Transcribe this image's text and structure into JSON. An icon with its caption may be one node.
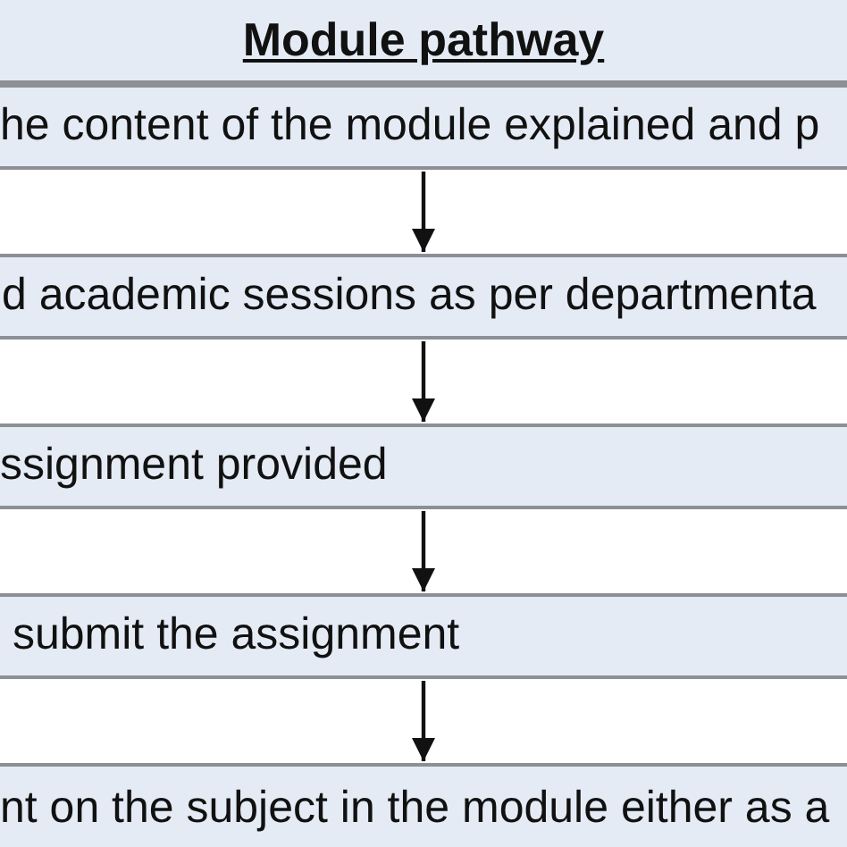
{
  "diagram": {
    "nodes": [
      {
        "text": [
          "Module pathway"
        ]
      },
      {
        "text": [
          "he content of the module explained and p"
        ]
      },
      {
        "text": [
          "d academic sessions as per departmenta"
        ]
      },
      {
        "text": [
          "ssignment provided"
        ]
      },
      {
        "text": [
          "submit the assignment"
        ]
      },
      {
        "text": [
          "nt on the subject in the module either as a"
        ]
      }
    ],
    "edges": [
      {
        "from": 1,
        "to": 2,
        "arrow": "to"
      },
      {
        "from": 2,
        "to": 3,
        "arrow": "to"
      },
      {
        "from": 3,
        "to": 4,
        "arrow": "to"
      },
      {
        "from": 4,
        "to": 5,
        "arrow": "to"
      }
    ]
  }
}
